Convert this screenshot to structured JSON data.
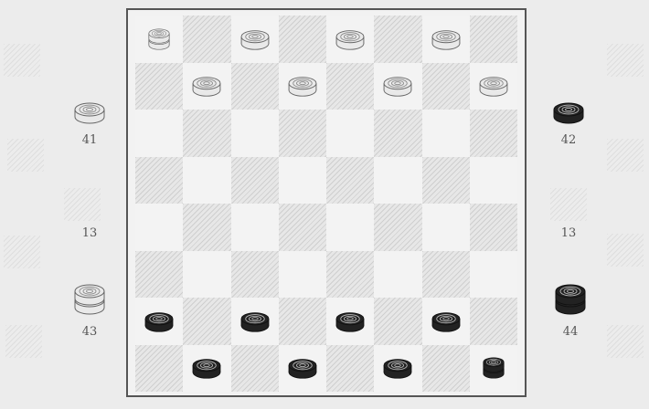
{
  "colors": {
    "board_border": "#555555",
    "light_square": "#f3f3f3",
    "dark_square_hatch": "#cfcfcf",
    "white_piece": "#e9e9e9",
    "black_piece": "#222222"
  },
  "board": {
    "rows": 8,
    "cols": 8,
    "pieces": [
      {
        "row": 0,
        "col": 0,
        "color": "white",
        "king": true
      },
      {
        "row": 0,
        "col": 2,
        "color": "white",
        "king": false
      },
      {
        "row": 0,
        "col": 4,
        "color": "white",
        "king": false
      },
      {
        "row": 0,
        "col": 6,
        "color": "white",
        "king": false
      },
      {
        "row": 1,
        "col": 1,
        "color": "white",
        "king": false
      },
      {
        "row": 1,
        "col": 3,
        "color": "white",
        "king": false
      },
      {
        "row": 1,
        "col": 5,
        "color": "white",
        "king": false
      },
      {
        "row": 1,
        "col": 7,
        "color": "white",
        "king": false
      },
      {
        "row": 6,
        "col": 0,
        "color": "black",
        "king": false
      },
      {
        "row": 6,
        "col": 2,
        "color": "black",
        "king": false
      },
      {
        "row": 6,
        "col": 4,
        "color": "black",
        "king": false
      },
      {
        "row": 6,
        "col": 6,
        "color": "black",
        "king": false
      },
      {
        "row": 7,
        "col": 1,
        "color": "black",
        "king": false
      },
      {
        "row": 7,
        "col": 3,
        "color": "black",
        "king": false
      },
      {
        "row": 7,
        "col": 5,
        "color": "black",
        "king": false
      },
      {
        "row": 7,
        "col": 7,
        "color": "black",
        "king": true
      }
    ]
  },
  "left_panel": {
    "top": {
      "label": "41",
      "color": "white",
      "king": false
    },
    "middle": {
      "label": "13"
    },
    "bottom": {
      "label": "43",
      "color": "white",
      "king": true
    }
  },
  "right_panel": {
    "top": {
      "label": "42",
      "color": "black",
      "king": false
    },
    "middle": {
      "label": "13"
    },
    "bottom": {
      "label": "44",
      "color": "black",
      "king": true
    }
  }
}
